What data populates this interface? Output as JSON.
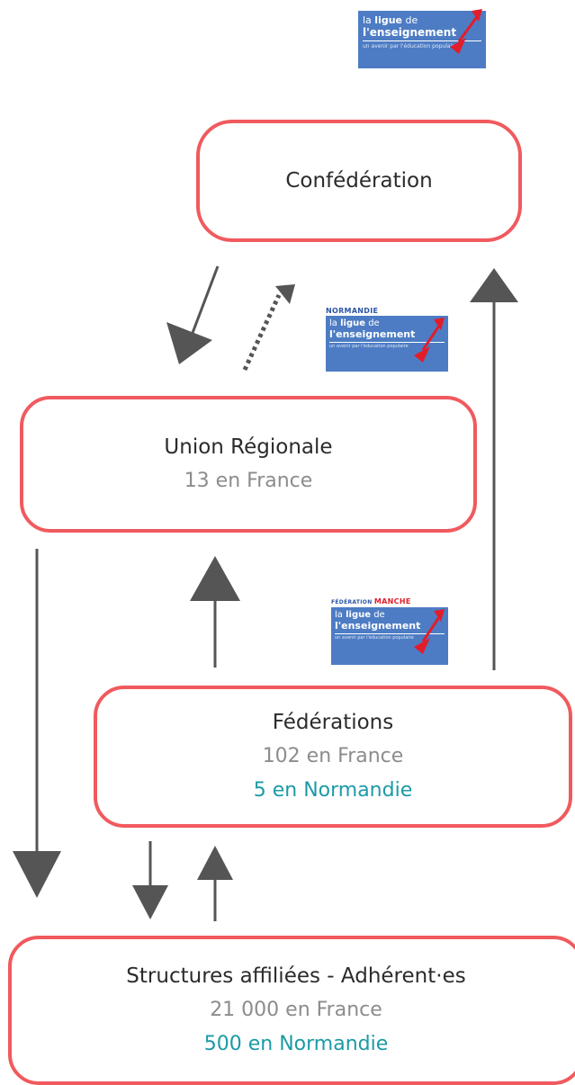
{
  "colors": {
    "node_border": "#f05a5e",
    "arrow": "#555555",
    "normandie_text": "#1c9aa6",
    "logo_blue": "#4d7cc4",
    "logo_red": "#e21d2a"
  },
  "logos": {
    "top": {
      "tag": "",
      "line1_a": "la ",
      "line1_b": "ligue",
      "line1_c": " de",
      "line2": "l'enseignement",
      "tagline": "un avenir par l'éducation populaire"
    },
    "normandie": {
      "tag": "NORMANDIE",
      "line1_a": "la ",
      "line1_b": "ligue",
      "line1_c": " de",
      "line2": "l'enseignement",
      "tagline": "un avenir par l'éducation populaire"
    },
    "manche": {
      "tag_a": "FÉDÉRATION ",
      "tag_b": "MANCHE",
      "line1_a": "la ",
      "line1_b": "ligue",
      "line1_c": " de",
      "line2": "l'enseignement",
      "tagline": "un avenir par l'éducation populaire"
    }
  },
  "nodes": {
    "confederation": {
      "title": "Confédération"
    },
    "union": {
      "title": "Union Régionale",
      "france": "13 en France"
    },
    "federations": {
      "title": "Fédérations",
      "france": "102 en France",
      "normandie": "5 en Normandie"
    },
    "structures": {
      "title": "Structures affiliées - Adhérent·es",
      "france": "21 000 en France",
      "normandie": "500 en Normandie"
    }
  }
}
